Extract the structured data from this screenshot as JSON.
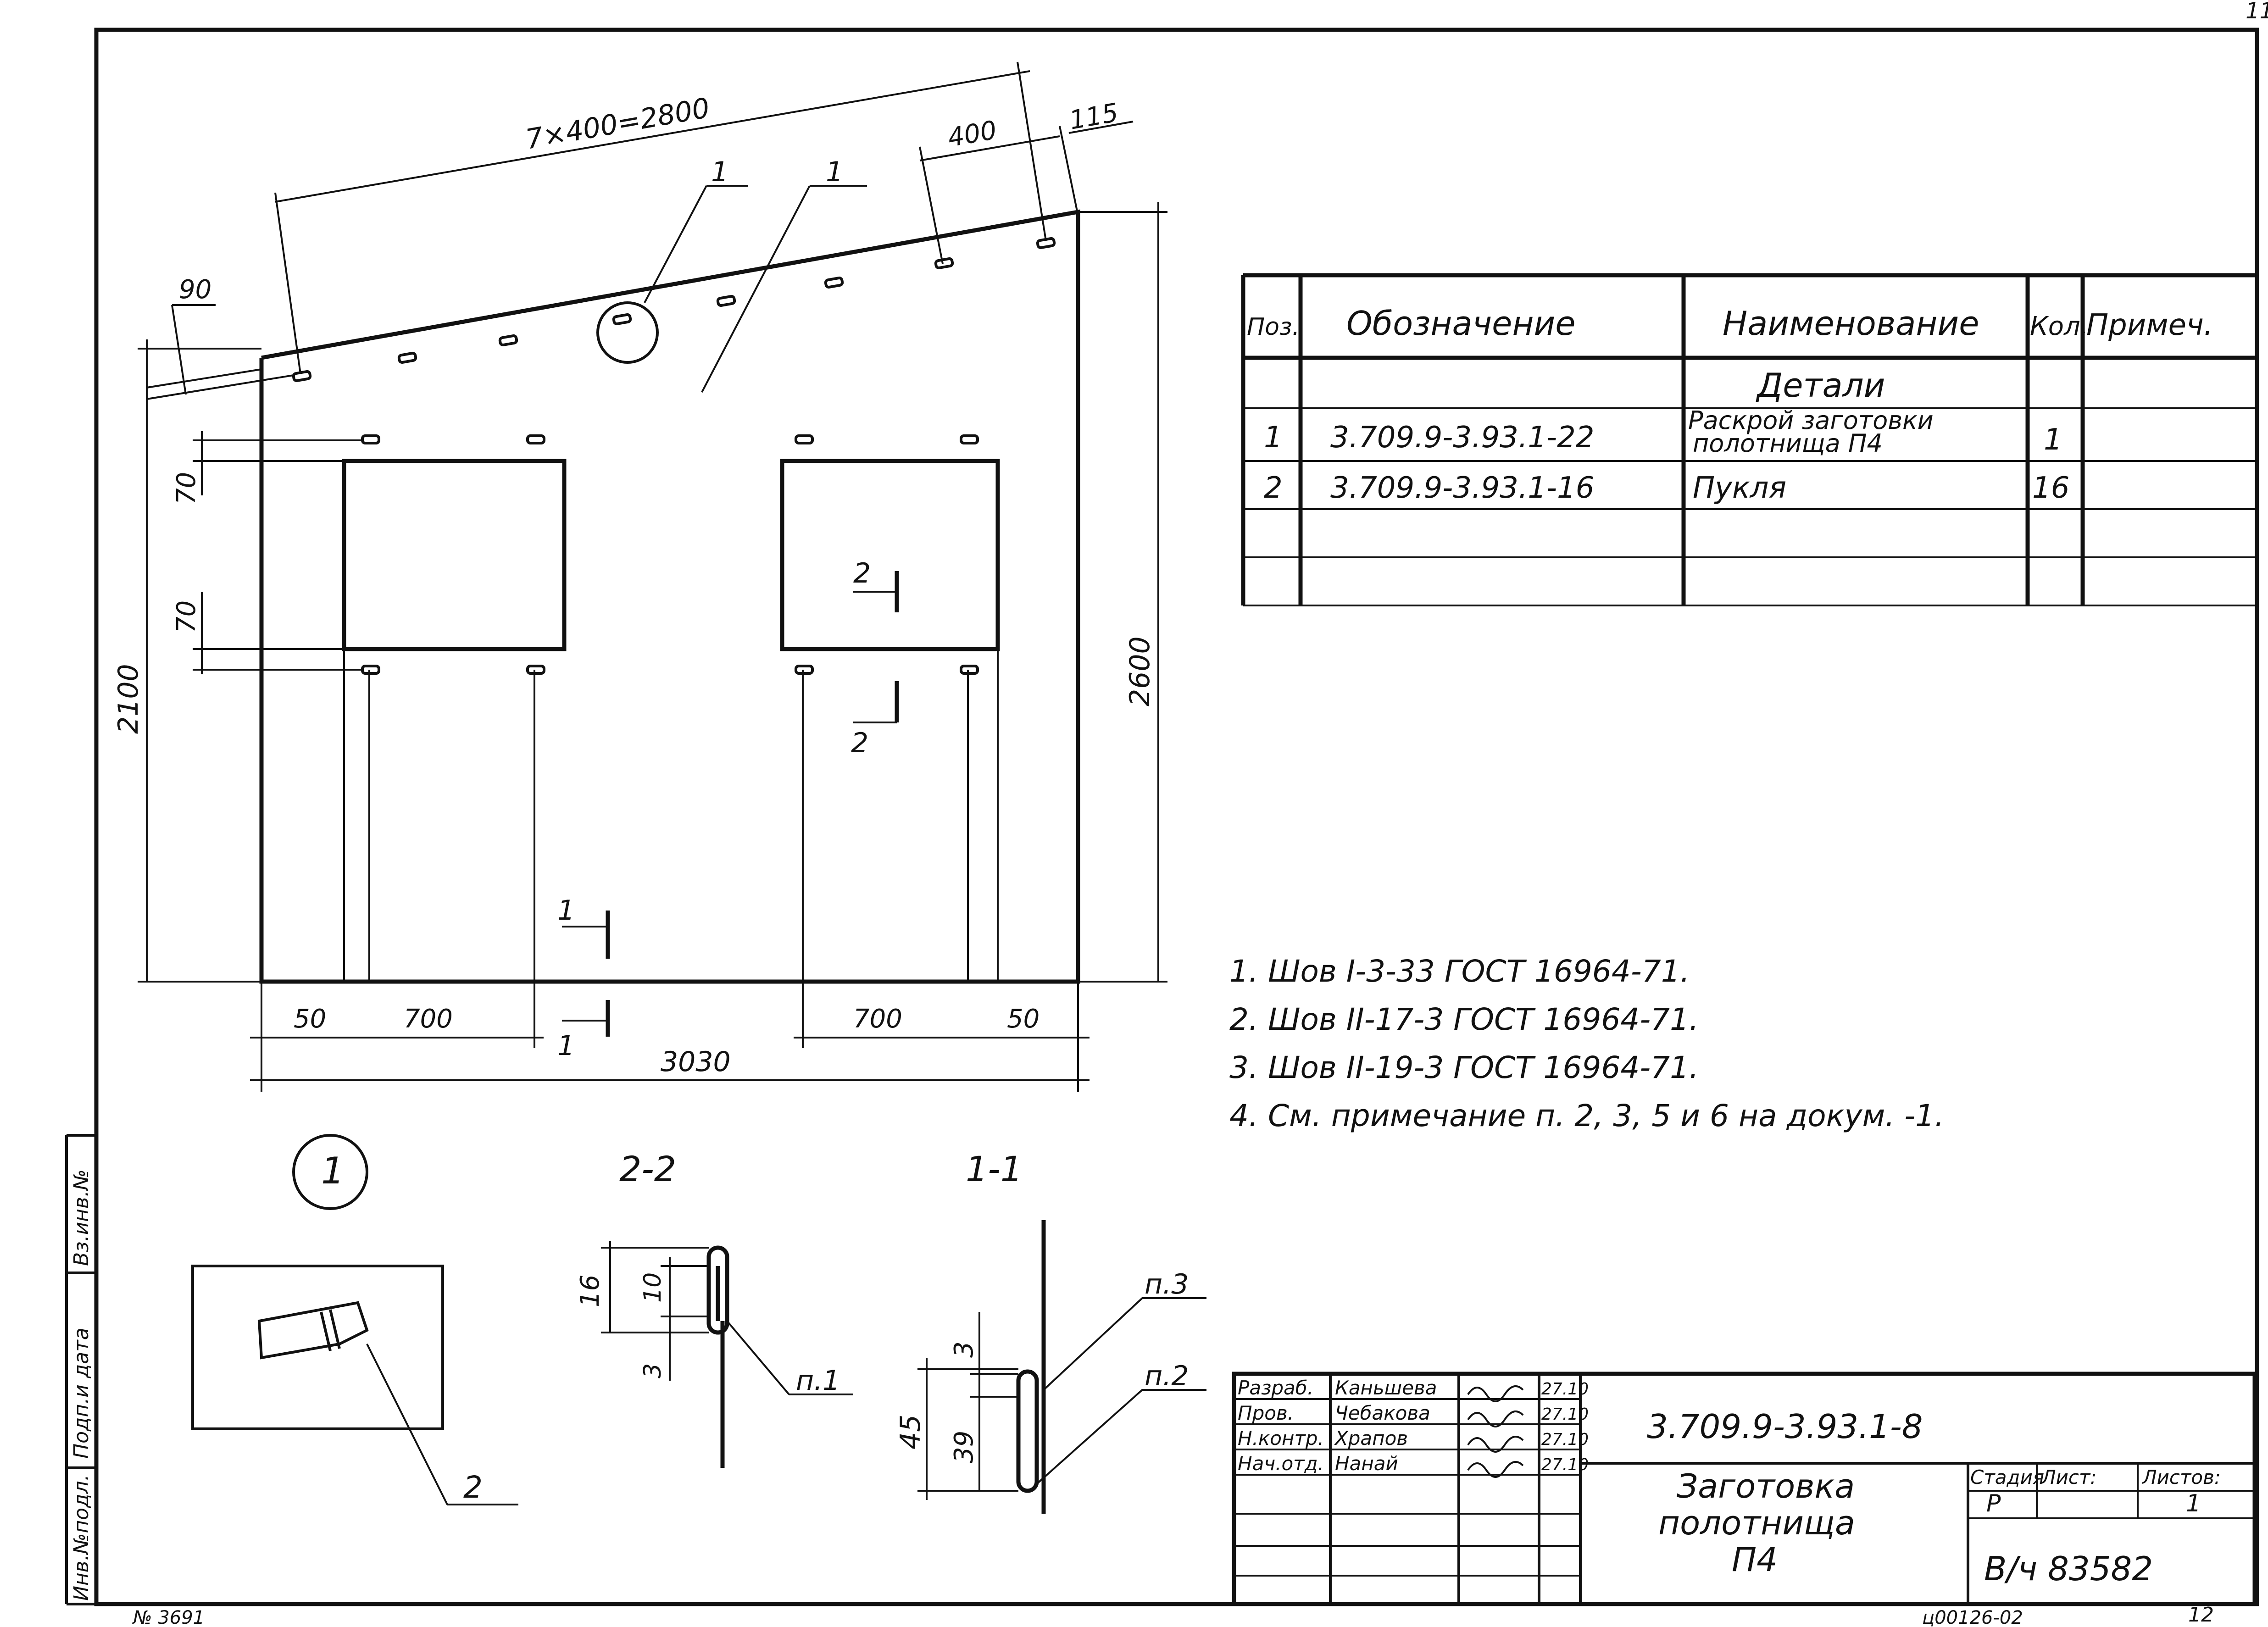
{
  "sheet_number_corner": "11",
  "dimensions": {
    "spacing": "7×400=2800",
    "d400": "400",
    "d115": "115",
    "d90": "90",
    "d70a": "70",
    "d70b": "70",
    "d2100": "2100",
    "d2600": "2600",
    "d50_left": "50",
    "d700_left": "700",
    "d700_right": "700",
    "d50_right": "50",
    "d3030": "3030"
  },
  "callouts": {
    "leader1": "1",
    "leader2": "1",
    "sec2_top": "2",
    "sec2_bottom": "2",
    "sec1_top": "1",
    "sec1_bottom": "1"
  },
  "spec_table": {
    "headers": [
      "Поз.",
      "Обозначение",
      "Наименование",
      "Кол.",
      "Примеч."
    ],
    "section_title": "Детали",
    "rows": [
      {
        "pos": "1",
        "designation": "3.709.9-3.93.1-22",
        "name_line1": "Раскрой заготовки",
        "name_line2": "полотнища П4",
        "qty": "1",
        "note": ""
      },
      {
        "pos": "2",
        "designation": "3.709.9-3.93.1-16",
        "name_line1": "Пукля",
        "name_line2": "",
        "qty": "16",
        "note": ""
      }
    ]
  },
  "notes": [
    "1. Шов I-3-33   ГОСТ 16964-71.",
    "2. Шов II-17-3   ГОСТ 16964-71.",
    "3. Шов II-19-3   ГОСТ 16964-71.",
    "4. См. примечание п. 2, 3, 5 и 6 на докум. -1."
  ],
  "details": {
    "node1_label": "1",
    "node1_pos": "2",
    "section22_title": "2-2",
    "section22_d16": "16",
    "section22_d10": "10",
    "section22_d3": "3",
    "section22_weld": "п.1",
    "section11_title": "1-1",
    "section11_d3": "3",
    "section11_d45": "45",
    "section11_d39": "39",
    "section11_weld3": "п.3",
    "section11_weld2": "п.2"
  },
  "title_block": {
    "roles": [
      "Разраб.",
      "Пров.",
      "Н.контр.",
      "Нач.отд."
    ],
    "names": [
      "Каньшева",
      "Чебакова",
      "Храпов",
      "Нанай"
    ],
    "dates": [
      "27.10",
      "27.10",
      "27.10",
      "27.10"
    ],
    "document_code": "3.709.9-3.93.1-8",
    "title_line1": "Заготовка",
    "title_line2": "полотнища",
    "title_line3": "П4",
    "stage_label": "Стадия",
    "sheet_label": "Лист:",
    "sheets_label": "Листов:",
    "stage_value": "Р",
    "sheets_value": "1",
    "org": "В/ч 83582"
  },
  "margin_labels": {
    "inv_podl": "Инв.№подл.",
    "podp_data": "Подп.и дата",
    "vz_inv": "Вз.инв.№"
  },
  "footer": {
    "left_stamp": "№ 3691",
    "center_code": "ц00126-02",
    "page": "12"
  }
}
